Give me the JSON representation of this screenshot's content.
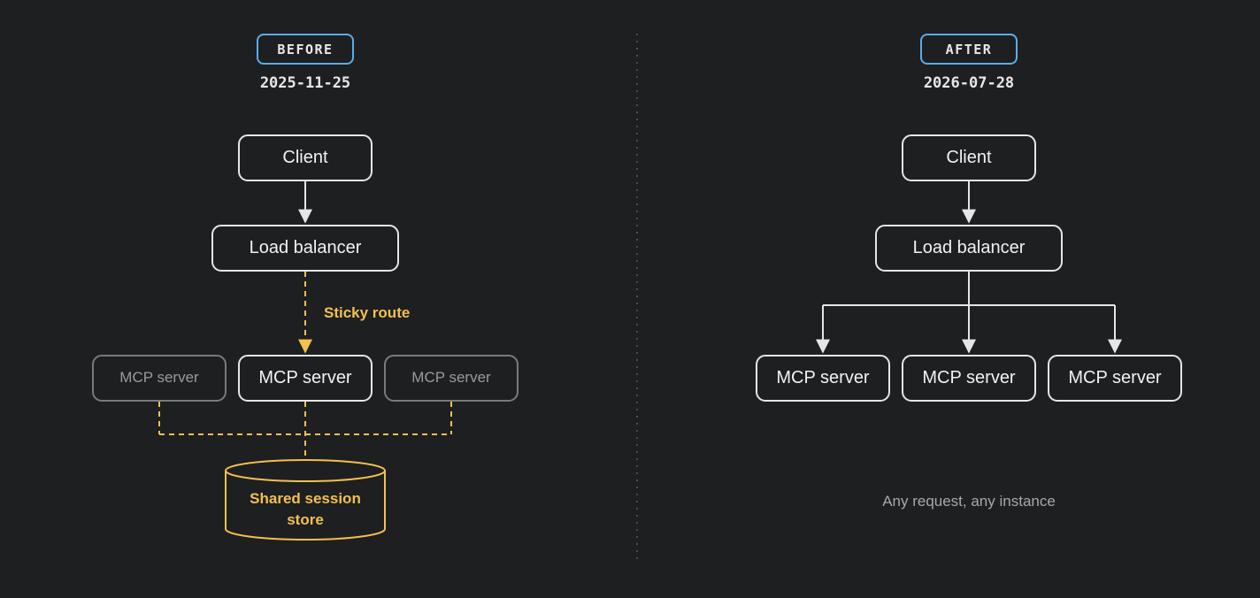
{
  "before": {
    "badge": "BEFORE",
    "date": "2025-11-25",
    "client": "Client",
    "load_balancer": "Load balancer",
    "route_label": "Sticky route",
    "servers": [
      "MCP server",
      "MCP server",
      "MCP server"
    ],
    "store_line1": "Shared session",
    "store_line2": "store"
  },
  "after": {
    "badge": "AFTER",
    "date": "2026-07-28",
    "client": "Client",
    "load_balancer": "Load balancer",
    "servers": [
      "MCP server",
      "MCP server",
      "MCP server"
    ],
    "caption": "Any request, any instance"
  },
  "colors": {
    "background": "#1e1f21",
    "node_border": "#e6e6e6",
    "dim_border": "#7a7a7a",
    "badge_border": "#5aaee8",
    "accent_yellow": "#f2c14e"
  }
}
